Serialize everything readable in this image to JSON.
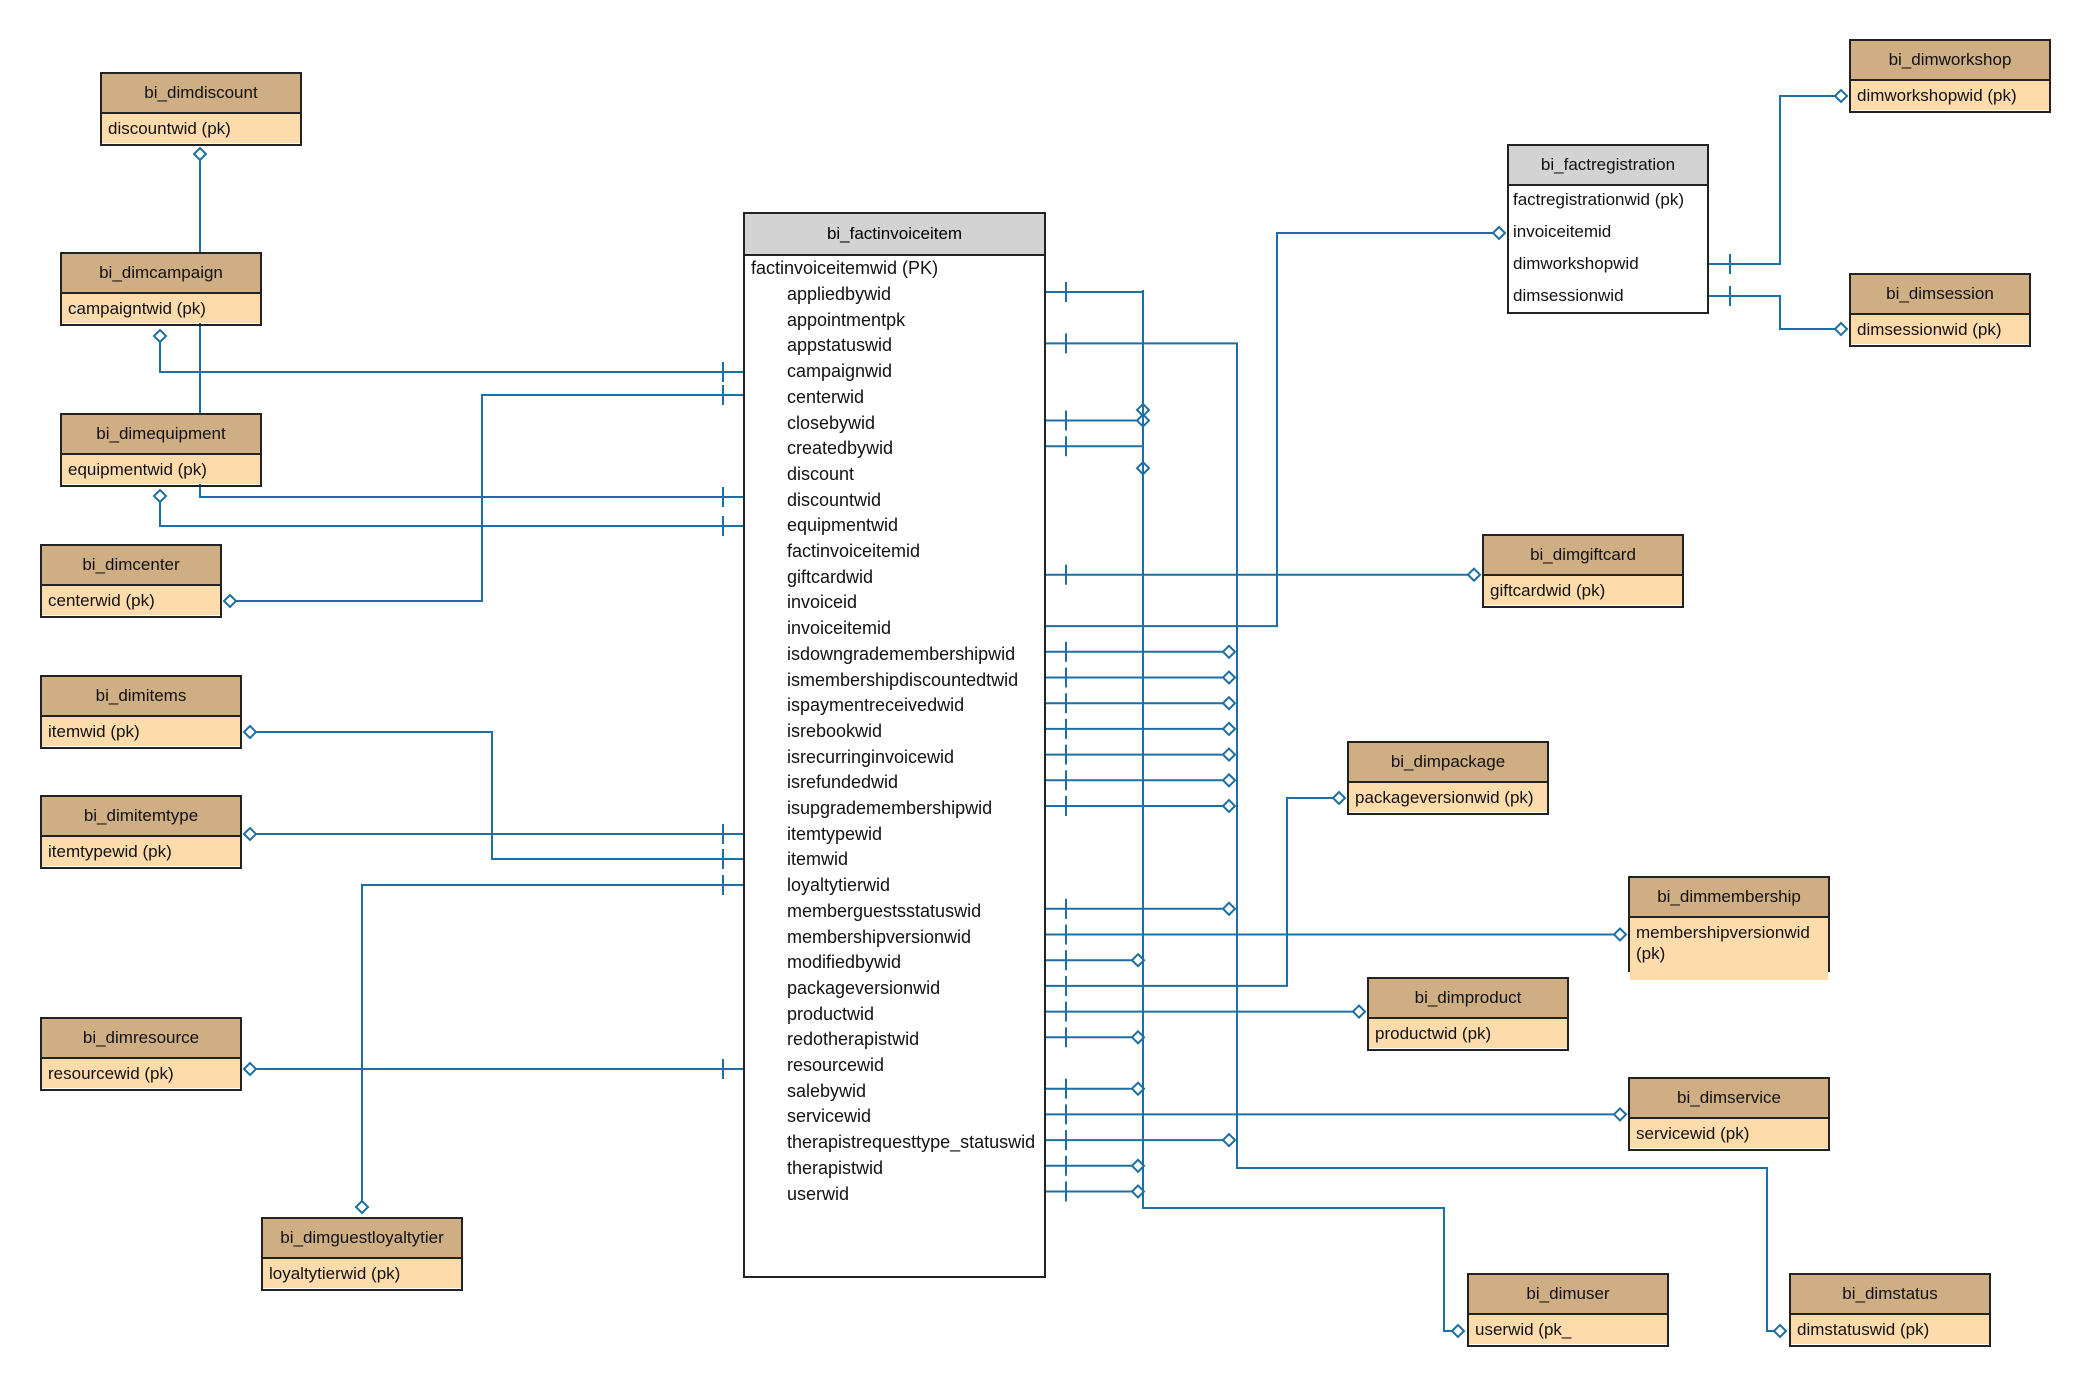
{
  "fact": {
    "title": "bi_factinvoiceitem",
    "pk": "factinvoiceitemwid (PK)",
    "fields": [
      "appliedbywid",
      "appointmentpk",
      "appstatuswid",
      "campaignwid",
      "centerwid",
      "closebywid",
      "createdbywid",
      "discount",
      "discountwid",
      "equipmentwid",
      "factinvoiceitemid",
      "giftcardwid",
      "invoiceid",
      "invoiceitemid",
      "isdowngrademembershipwid",
      "ismembershipdiscountedtwid",
      "ispaymentreceivedwid",
      "isrebookwid",
      "isrecurringinvoicewid",
      "isrefundedwid",
      "isupgrademembershipwid",
      "itemtypewid",
      "itemwid",
      "loyaltytierwid",
      "memberguestsstatuswid",
      "membershipversionwid",
      "modifiedbywid",
      "packageversionwid",
      "productwid",
      "redotherapistwid",
      "resourcewid",
      "salebywid",
      "servicewid",
      "therapistrequesttype_statuswid",
      "therapistwid",
      "userwid"
    ]
  },
  "registration": {
    "title": "bi_factregistration",
    "fields": [
      "factregistrationwid (pk)",
      "invoiceitemid",
      "dimworkshopwid",
      "dimsessionwid"
    ]
  },
  "dims": {
    "discount": {
      "title": "bi_dimdiscount",
      "key": "discountwid (pk)"
    },
    "campaign": {
      "title": "bi_dimcampaign",
      "key": "campaigntwid (pk)"
    },
    "equipment": {
      "title": "bi_dimequipment",
      "key": "equipmentwid (pk)"
    },
    "center": {
      "title": "bi_dimcenter",
      "key": "centerwid (pk)"
    },
    "items": {
      "title": "bi_dimitems",
      "key": "itemwid (pk)"
    },
    "itemtype": {
      "title": "bi_dimitemtype",
      "key": "itemtypewid (pk)"
    },
    "resource": {
      "title": "bi_dimresource",
      "key": "resourcewid (pk)"
    },
    "guestloyaltytier": {
      "title": "bi_dimguestloyaltytier",
      "key": "loyaltytierwid (pk)"
    },
    "workshop": {
      "title": "bi_dimworkshop",
      "key": "dimworkshopwid (pk)"
    },
    "session": {
      "title": "bi_dimsession",
      "key": "dimsessionwid (pk)"
    },
    "giftcard": {
      "title": "bi_dimgiftcard",
      "key": "giftcardwid (pk)"
    },
    "package": {
      "title": "bi_dimpackage",
      "key": "packageversionwid (pk)"
    },
    "membership": {
      "title": "bi_dimmembership",
      "key": "membershipversionwid (pk)"
    },
    "product": {
      "title": "bi_dimproduct",
      "key": "productwid (pk)"
    },
    "service": {
      "title": "bi_dimservice",
      "key": "servicewid (pk)"
    },
    "user": {
      "title": "bi_dimuser",
      "key": "userwid (pk_"
    },
    "status": {
      "title": "bi_dimstatus",
      "key": "dimstatuswid (pk)"
    }
  },
  "colors": {
    "line": "#1d6fa3",
    "dim_header": "#cfae84",
    "dim_body": "#fedbab",
    "fact_header": "#d3d3d3"
  }
}
